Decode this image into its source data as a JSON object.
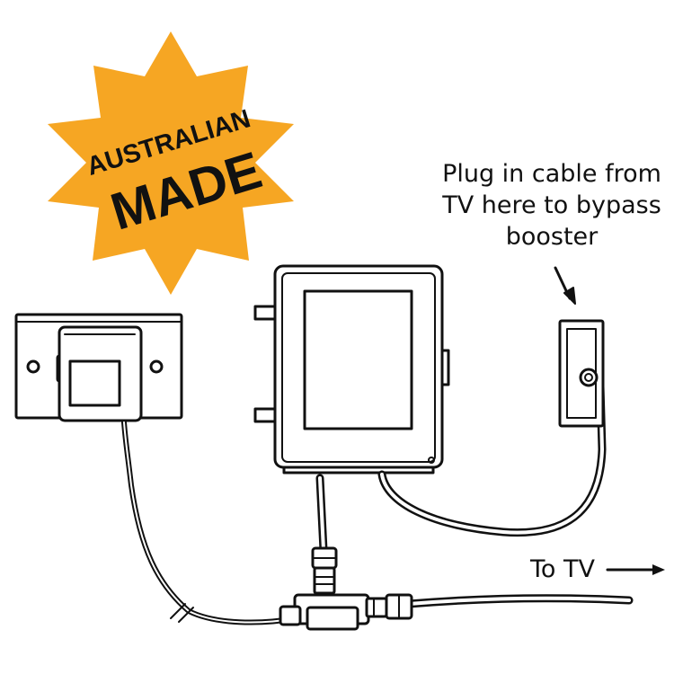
{
  "badge": {
    "line1": "AUSTRALIAN",
    "line2": "MADE",
    "color": "#F6A623"
  },
  "labels": {
    "bypass_line1": "Plug in cable from",
    "bypass_line2": "TV here to bypass",
    "bypass_line3": "booster",
    "to_tv": "To TV"
  }
}
